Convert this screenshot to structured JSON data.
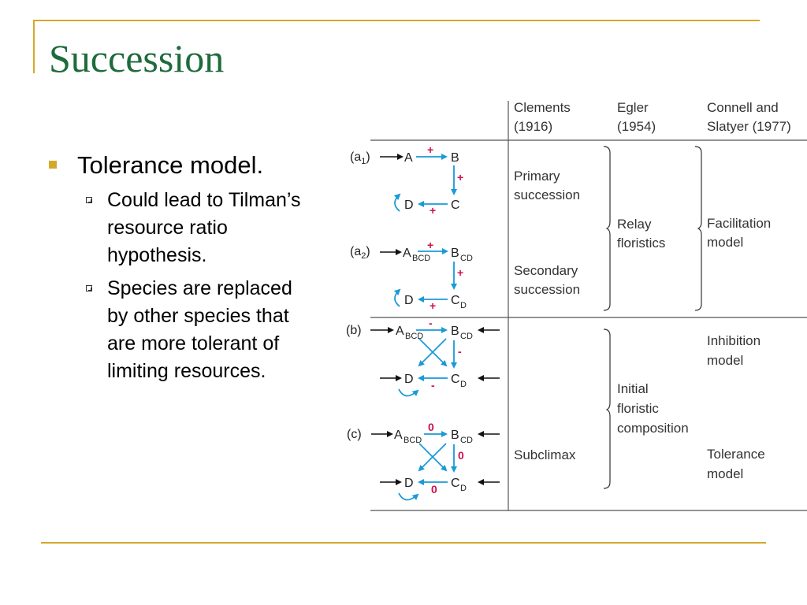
{
  "slide": {
    "title": "Succession",
    "bullets": [
      {
        "text": "Tolerance model.",
        "sub": [
          "Could lead to Tilman’s resource ratio hypothesis.",
          "Species are replaced by other species that are more tolerant of limiting resources."
        ]
      }
    ]
  },
  "table": {
    "headers": [
      [
        "Clements",
        "(1916)"
      ],
      [
        "Egler",
        "(1954)"
      ],
      [
        "Connell and",
        "Slatyer (1977)"
      ]
    ],
    "clements": {
      "primary": [
        "Primary",
        "succession"
      ],
      "secondary": [
        "Secondary",
        "succession"
      ],
      "subclimax": "Subclimax"
    },
    "egler": {
      "relay": [
        "Relay",
        "floristics"
      ],
      "initial": [
        "Initial",
        "floristic",
        "composition"
      ]
    },
    "connell": {
      "facilitation": [
        "Facilitation",
        "model"
      ],
      "inhibition": [
        "Inhibition",
        "model"
      ],
      "tolerance": [
        "Tolerance",
        "model"
      ]
    }
  },
  "diagram": {
    "labels": {
      "a1": "(a",
      "a1_sub": "1",
      "a2": "(a",
      "a2_sub": "2",
      "paren": ")",
      "b": "(b)",
      "c": "(c)"
    },
    "species": {
      "A": "A",
      "B": "B",
      "C": "C",
      "D": "D"
    },
    "subs": {
      "bcd": "BCD",
      "cd": "CD",
      "d": "D"
    },
    "signs": {
      "plus": "+",
      "minus": "-",
      "zero": "0"
    },
    "colors": {
      "arrow": "#1a9ad6",
      "sign": "#d0104f",
      "title": "#1e6b3c",
      "accent": "#d4a82a"
    }
  }
}
